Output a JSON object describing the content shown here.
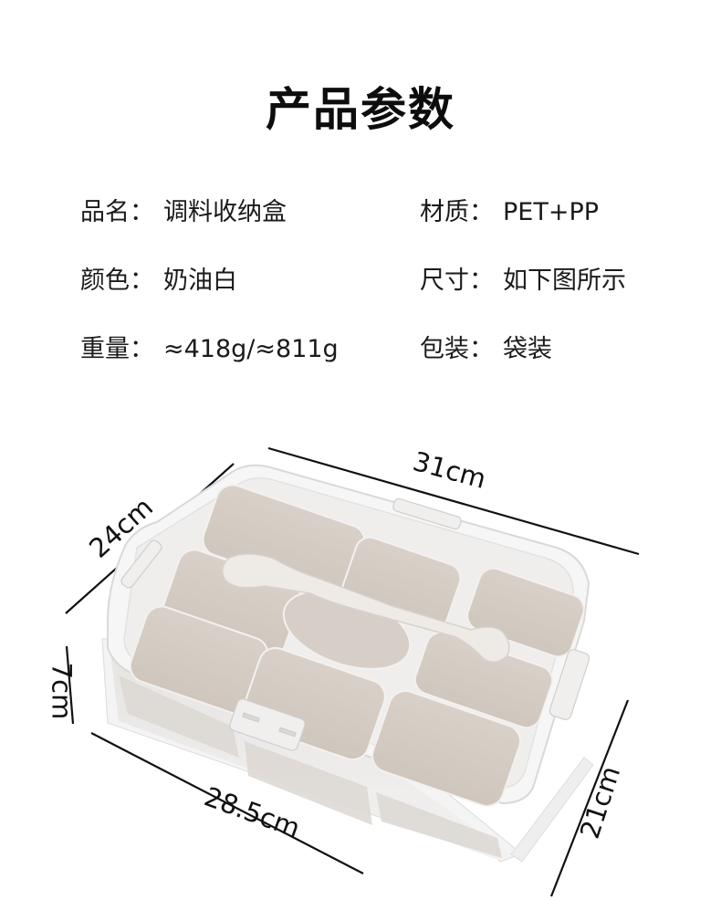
{
  "page_title": "产品参数",
  "specs": {
    "left": [
      {
        "label": "品名：",
        "value": "调料收纳盒"
      },
      {
        "label": "颜色：",
        "value": "奶油白"
      },
      {
        "label": "重量：",
        "value": "≈418g/≈811g"
      }
    ],
    "right": [
      {
        "label": "材质：",
        "value": "PET+PP"
      },
      {
        "label": "尺寸：",
        "value": "如下图所示"
      },
      {
        "label": "包装：",
        "value": "袋装"
      }
    ]
  },
  "product_image": {
    "description": "clear lidded seasoning storage box with 8 cream compartments and central spoon handle",
    "dimensions": {
      "top_length": "31cm",
      "top_width": "24cm",
      "height": "7cm",
      "bottom_length": "28.5cm",
      "bottom_width": "21cm"
    },
    "colors": {
      "compartment": "#d8cfc6",
      "compartment_light": "#e6dfd8",
      "handle": "#eeeae6",
      "clear_edge": "#e9e9ea",
      "dimension_line": "#111111"
    }
  }
}
